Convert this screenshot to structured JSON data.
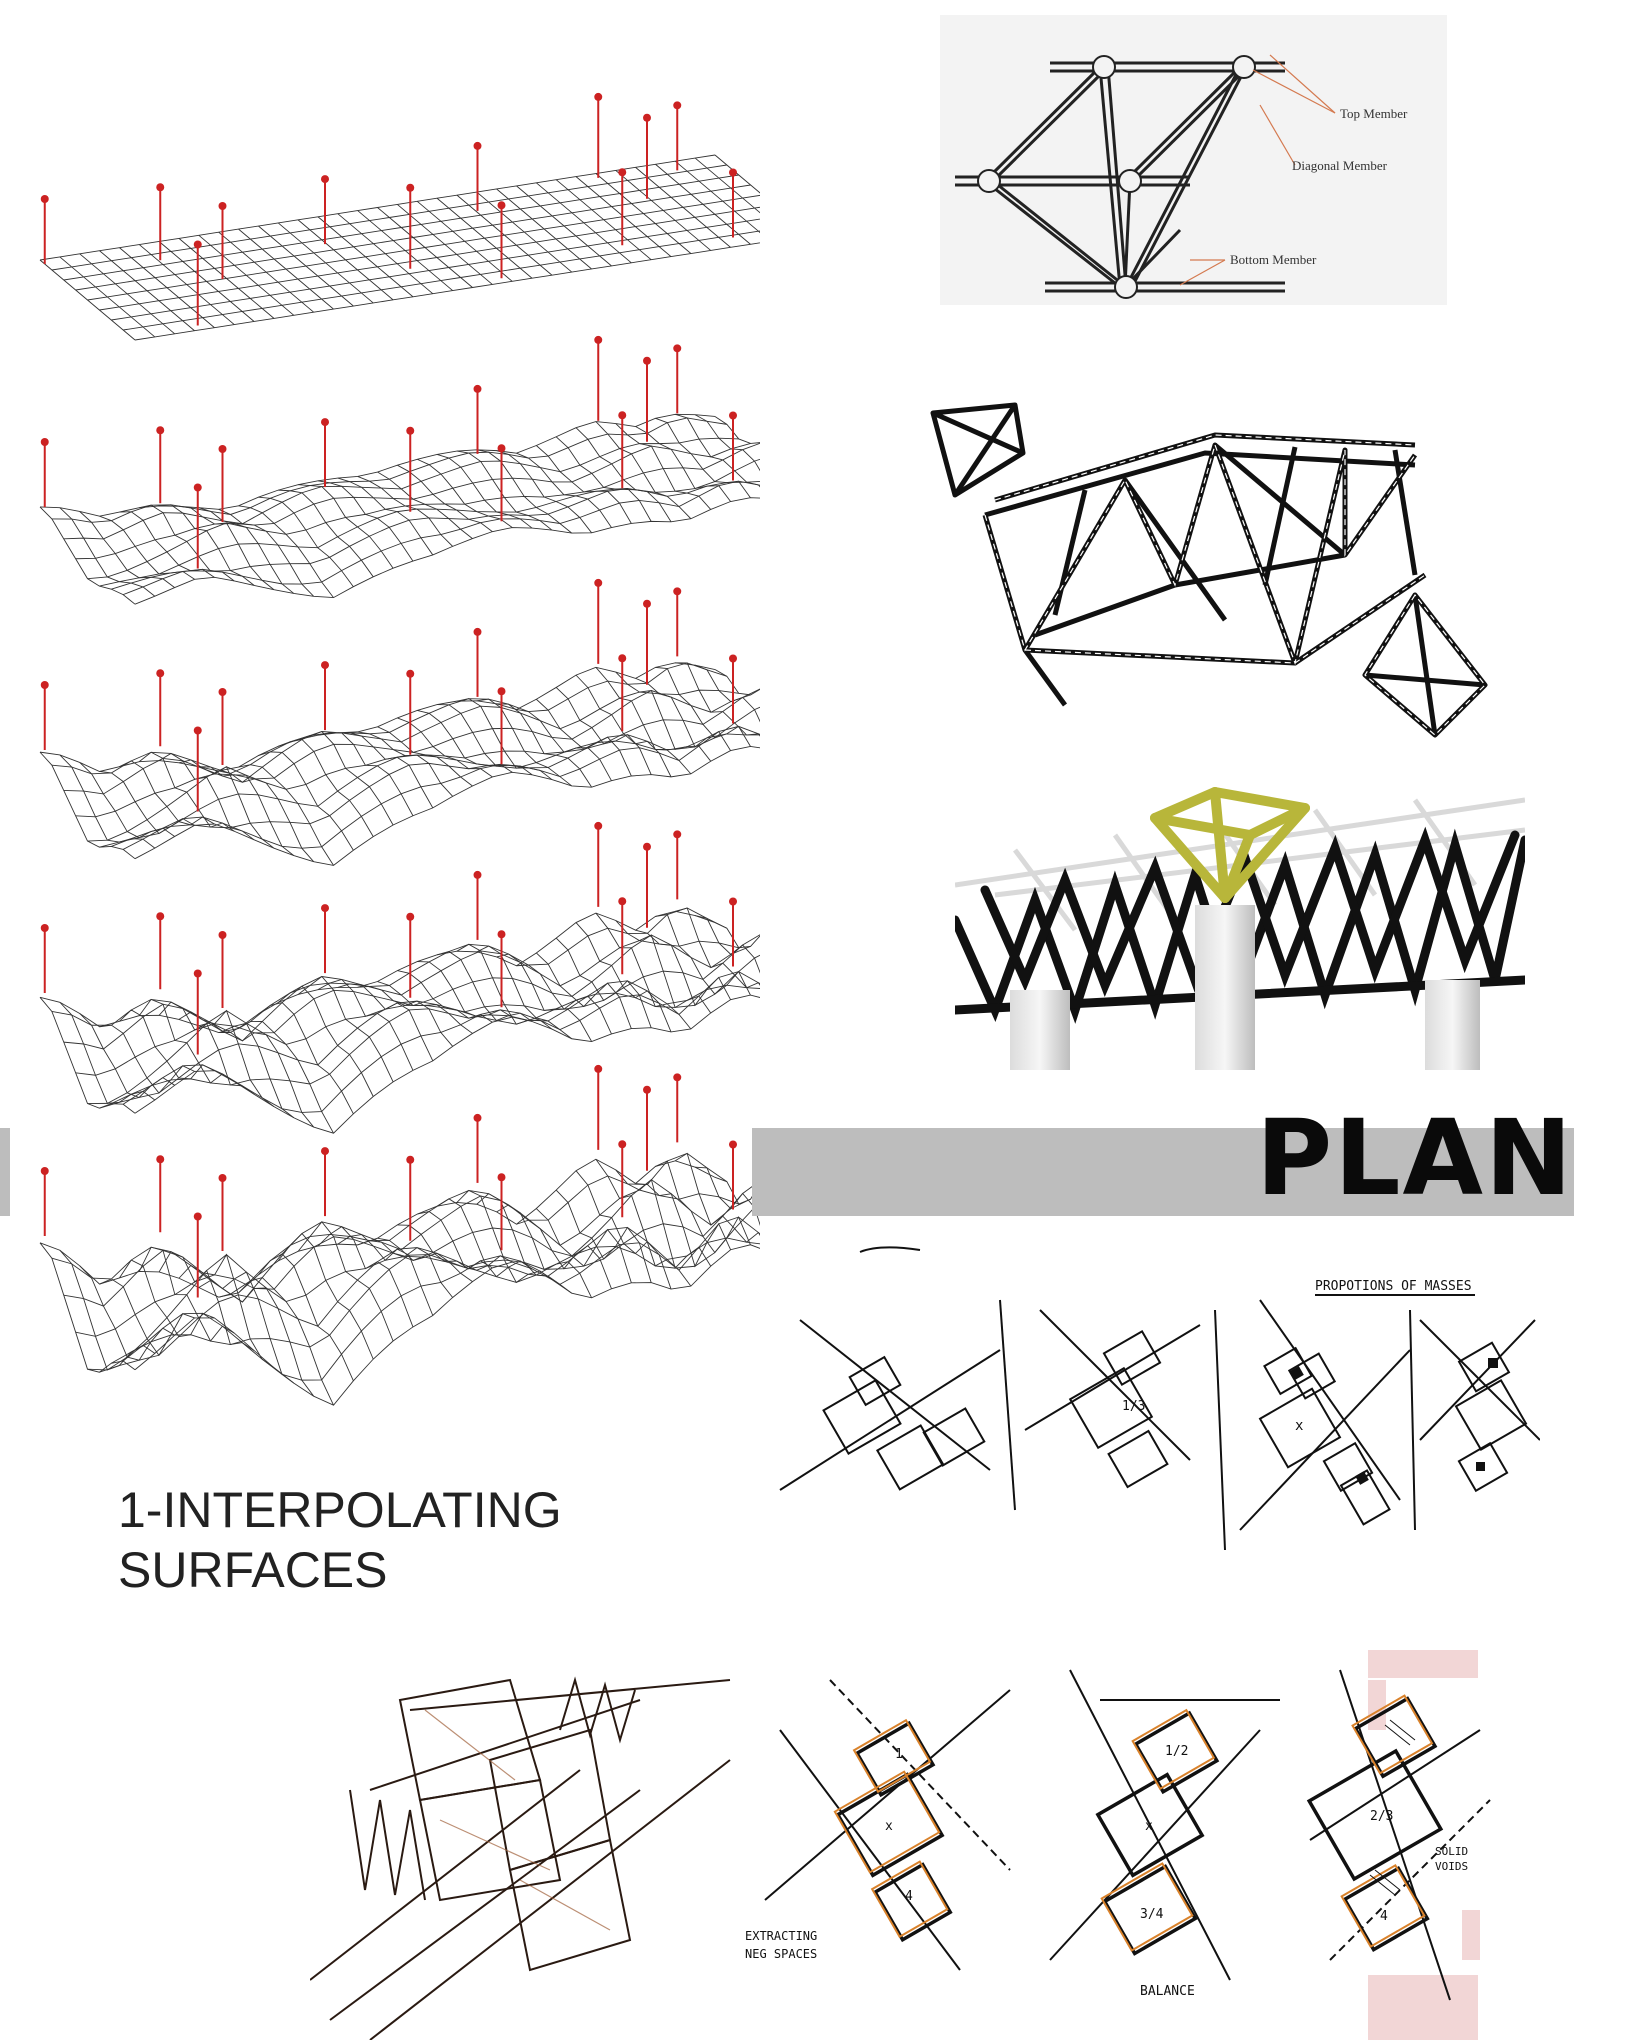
{
  "caption": {
    "line1": "1-INTERPOLATING",
    "line2": "SURFACES"
  },
  "plan": {
    "title": "PLAN"
  },
  "truss_labels": {
    "top": "Top Member",
    "diagonal": "Diagonal Member",
    "bottom": "Bottom Member"
  },
  "sketch_notes": {
    "proportions": "PROPOTIONS OF MASSES",
    "extracting": "EXTRACTING",
    "neg_spaces": "NEG SPACES",
    "balance": "BALANCE",
    "solid": "SOLID",
    "voids": "VOIDS",
    "frac_12": "1/2",
    "frac_13": "1/3",
    "frac_23": "2/3",
    "frac_34": "3/4",
    "x": "x",
    "one": "1",
    "four": "4"
  },
  "colors": {
    "pin": "#cc2222",
    "mesh": "#333333",
    "plan_bar": "#bdbdbd",
    "yellow_frame": "#b8b63a",
    "pink_accent": "#f2d6d6",
    "sketch_orange": "#d9822b"
  }
}
